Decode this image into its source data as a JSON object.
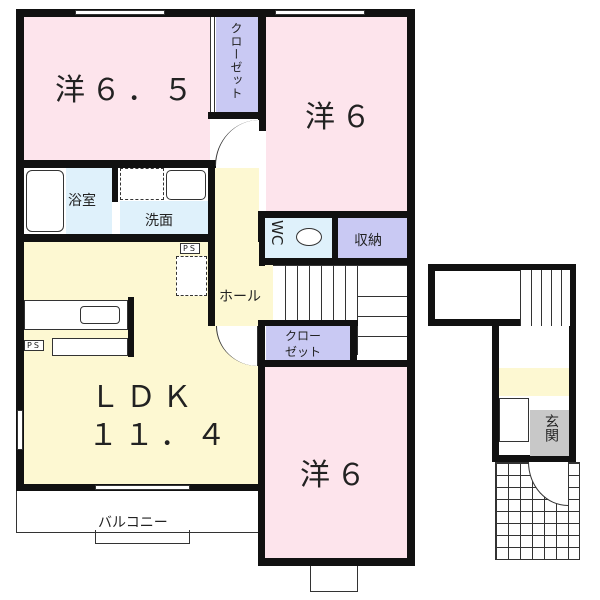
{
  "floor_plan": {
    "rooms": {
      "western_6_5": "洋６．５",
      "western_6_top": "洋６",
      "western_6_bottom": "洋６",
      "ldk_name": "ＬＤＫ",
      "ldk_size": "１１．４",
      "bath": "浴室",
      "washroom": "洗面",
      "wc": "WC",
      "storage": "収納",
      "hall": "ホール",
      "closet_top": "クローゼット",
      "closet_bottom_line1": "クロー",
      "closet_bottom_line2": "ゼット",
      "balcony": "バルコニー",
      "entrance": "玄関",
      "ps1": "PS",
      "ps2": "PS"
    },
    "colors": {
      "western_room": "#fde4ec",
      "ldk_hall": "#fdf8d2",
      "wet_area": "#dff1fb",
      "closet": "#c9c9f3",
      "entrance": "#c8c8c8"
    }
  }
}
